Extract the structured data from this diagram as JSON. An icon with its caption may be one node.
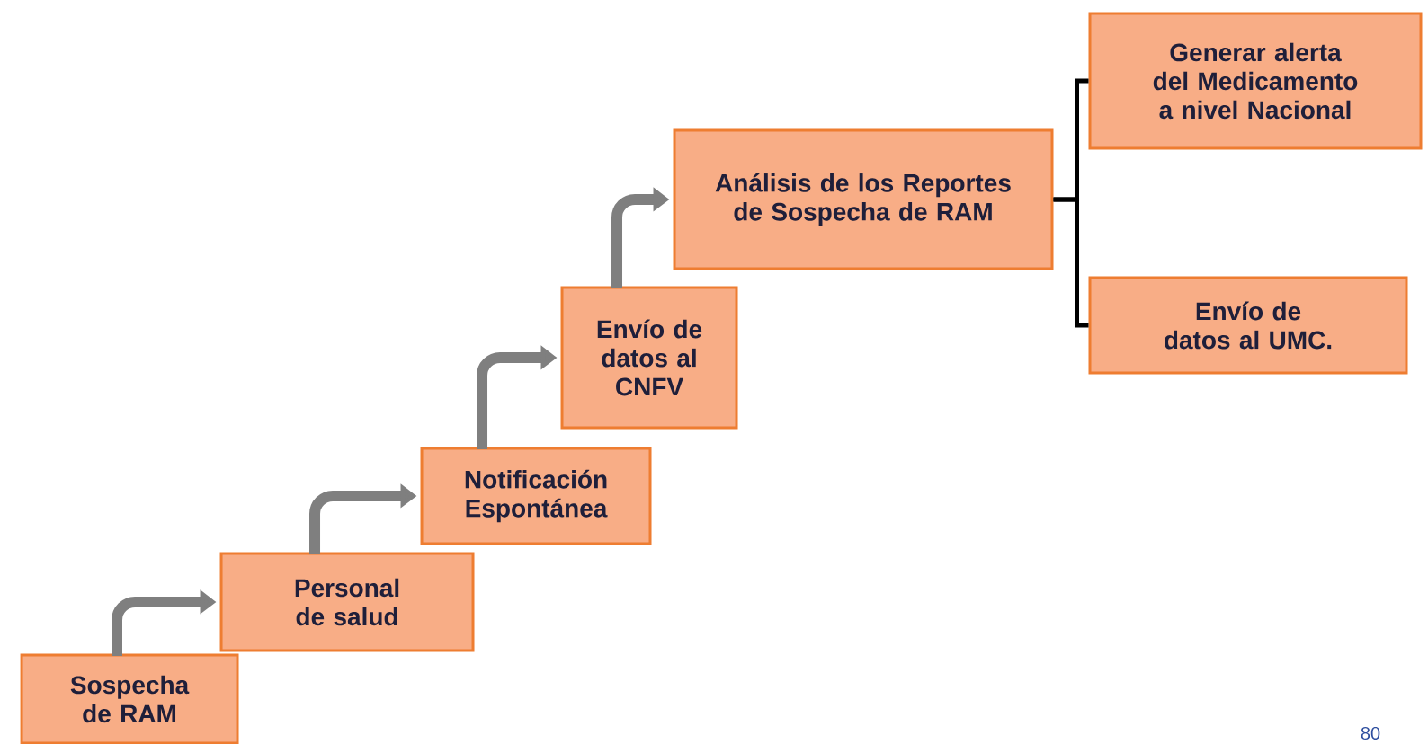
{
  "diagram": {
    "nodes": [
      {
        "text": [
          "Sospecha de RAM"
        ]
      },
      {
        "text": [
          "Personal de salud"
        ]
      },
      {
        "text": [
          "Notificación Espontánea"
        ]
      },
      {
        "text": [
          "Envío de datos al CNFV"
        ]
      },
      {
        "text": [
          "Análisis de los Reportes de Sospecha de RAM"
        ]
      },
      {
        "text": [
          "Generar alerta del Medicamento a nivel Nacional"
        ]
      },
      {
        "text": [
          "Envío de datos al UMC."
        ]
      }
    ],
    "edges": [
      {
        "from": 0,
        "to": 1,
        "arrow": "to"
      },
      {
        "from": 1,
        "to": 2,
        "arrow": "to"
      },
      {
        "from": 2,
        "to": 3,
        "arrow": "to"
      },
      {
        "from": 3,
        "to": 4,
        "arrow": "to"
      },
      {
        "from": 4,
        "to": 5,
        "arrow": "none",
        "color": "#000000"
      },
      {
        "from": 4,
        "to": 6,
        "arrow": "none",
        "color": "#000000"
      }
    ],
    "labels": [
      "80"
    ]
  }
}
